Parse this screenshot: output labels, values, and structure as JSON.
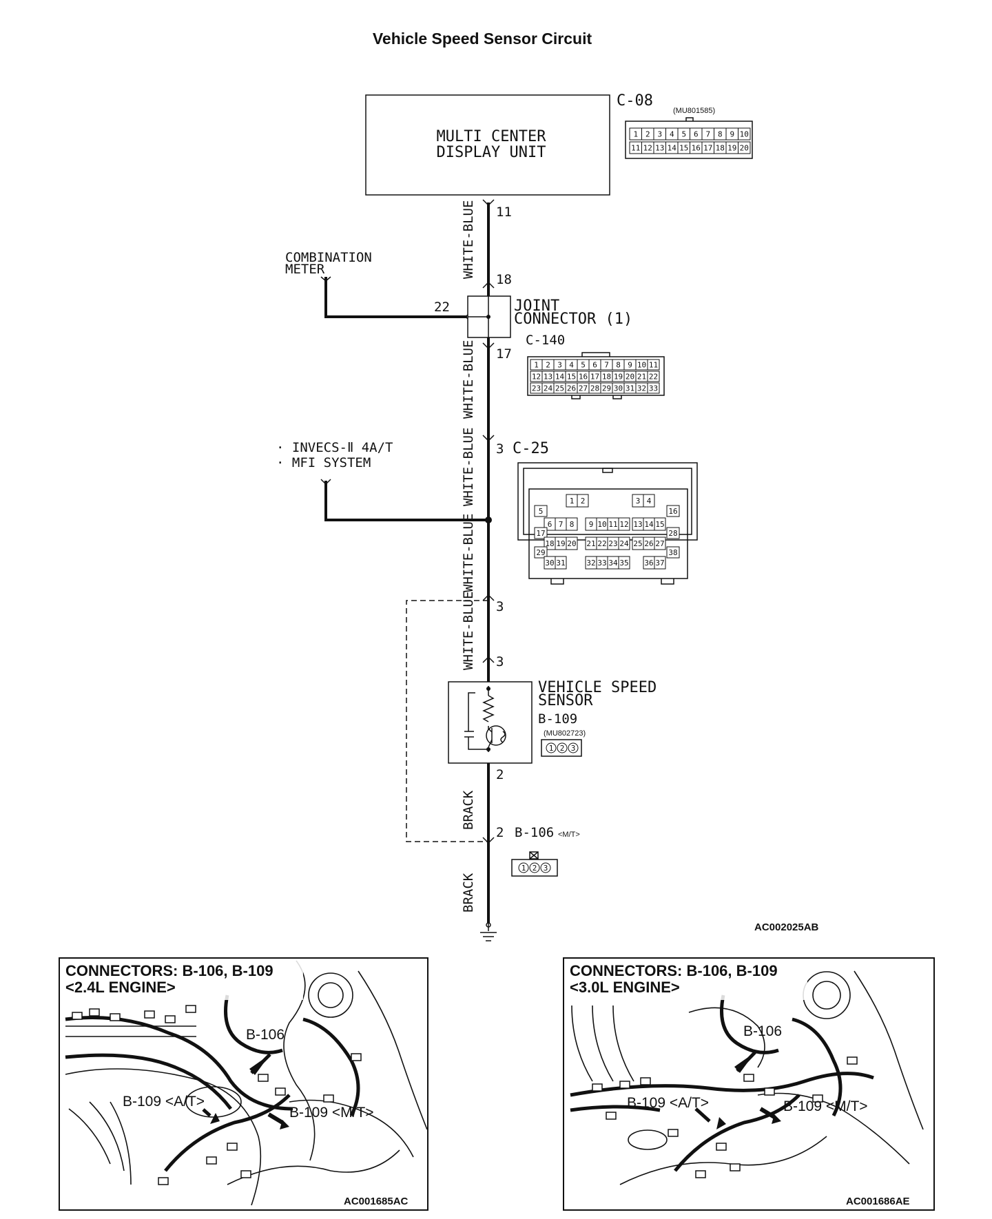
{
  "title": "Vehicle Speed Sensor Circuit",
  "unit": {
    "name_line1": "MULTI CENTER",
    "name_line2": "DISPLAY UNIT",
    "connector": "C-08",
    "part_number": "(MU801585)",
    "pins_row1": [
      "1",
      "2",
      "3",
      "4",
      "5",
      "6",
      "7",
      "8",
      "9",
      "10"
    ],
    "pins_row2": [
      "11",
      "12",
      "13",
      "14",
      "15",
      "16",
      "17",
      "18",
      "19",
      "20"
    ]
  },
  "pins": {
    "p11": "11",
    "p18": "18",
    "p22": "22",
    "p17": "17",
    "p3a": "3",
    "p3b": "3",
    "p3c": "3",
    "p2a": "2",
    "p2b": "2"
  },
  "wires": {
    "w1": "WHITE-BLUE",
    "w2": "WHITE-BLUE",
    "w3": "WHITE-BLUE",
    "w4": "WHITE-BLUE",
    "w5": "WHITE-BLUE",
    "w6": "BRACK",
    "w7": "BRACK"
  },
  "combination_meter": {
    "line1": "COMBINATION",
    "line2": "METER"
  },
  "joint_connector": {
    "line1": "JOINT",
    "line2": "CONNECTOR (1)",
    "connector": "C-140",
    "pins_row1": [
      "1",
      "2",
      "3",
      "4",
      "5",
      "6",
      "7",
      "8",
      "9",
      "10",
      "11"
    ],
    "pins_row2": [
      "12",
      "13",
      "14",
      "15",
      "16",
      "17",
      "18",
      "19",
      "20",
      "21",
      "22"
    ],
    "pins_row3": [
      "23",
      "24",
      "25",
      "26",
      "27",
      "28",
      "29",
      "30",
      "31",
      "32",
      "33"
    ]
  },
  "branch": {
    "line1": "· INVECS-Ⅱ 4A/T",
    "line2": "· MFI SYSTEM"
  },
  "c25": {
    "connector": "C-25",
    "row1": [
      "1",
      "2",
      "3",
      "4"
    ],
    "row2": [
      "5",
      "16"
    ],
    "row3": [
      "6",
      "7",
      "8",
      "9",
      "10",
      "11",
      "12",
      "13",
      "14",
      "15"
    ],
    "row4": [
      "17",
      "28"
    ],
    "row5": [
      "18",
      "19",
      "20",
      "21",
      "22",
      "23",
      "24",
      "25",
      "26",
      "27"
    ],
    "row6": [
      "29",
      "38"
    ],
    "row7": [
      "30",
      "31",
      "32",
      "33",
      "34",
      "35",
      "36",
      "37"
    ]
  },
  "sensor": {
    "line1": "VEHICLE SPEED",
    "line2": "SENSOR",
    "connector": "B-109",
    "part_number": "(MU802723)",
    "pins": [
      "1",
      "2",
      "3"
    ]
  },
  "b106": {
    "connector": "B-106",
    "suffix": "<M/T>",
    "pins": [
      "1",
      "2",
      "3"
    ]
  },
  "diagram_code": "AC002025AB",
  "photo_left": {
    "title_line1": "CONNECTORS: B-106, B-109",
    "title_line2": "<2.4L ENGINE>",
    "label_b106": "B-106",
    "label_at": "B-109 <A/T>",
    "label_mt": "B-109 <M/T>",
    "code": "AC001685AC"
  },
  "photo_right": {
    "title_line1": "CONNECTORS: B-106, B-109",
    "title_line2": "<3.0L ENGINE>",
    "label_b106": "B-106",
    "label_at": "B-109 <A/T>",
    "label_mt": "B-109 <M/T>",
    "code": "AC001686AE"
  }
}
